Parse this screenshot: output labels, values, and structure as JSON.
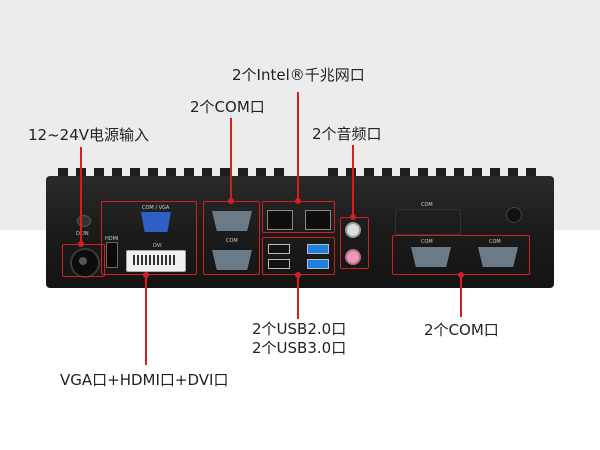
{
  "labels": {
    "power": "12~24V电源输入",
    "com_left": "2个COM口",
    "lan": "2个Intel®千兆网口",
    "audio": "2个音频口",
    "usb_line1": "2个USB2.0口",
    "usb_line2": "2个USB3.0口",
    "com_right": "2个COM口",
    "video": "VGA口+HDMI口+DVI口"
  },
  "panel": {
    "dcin": "DCIN",
    "com_vga": "COM / VGA",
    "hdmi": "HDMI",
    "dvi": "DVI",
    "com": "COM"
  },
  "colors": {
    "accent": "#d22020",
    "usb3": "#1f7fe0",
    "vga": "#2f5fc4",
    "audio": "#e89ab8"
  }
}
